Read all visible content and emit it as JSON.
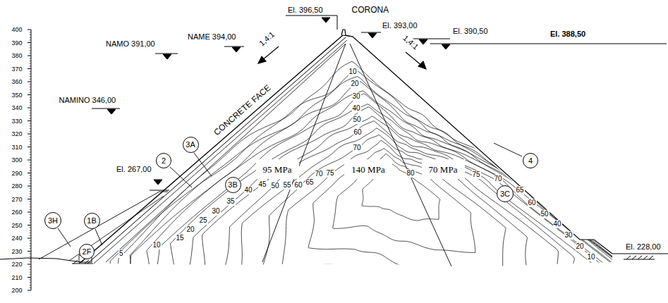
{
  "diagram": {
    "nodes": [
      {
        "text": [
          "3H"
        ]
      },
      {
        "text": [
          "2F"
        ]
      },
      {
        "text": [
          "1B"
        ]
      },
      {
        "text": [
          "2"
        ]
      },
      {
        "text": [
          "3A"
        ]
      },
      {
        "text": [
          "3B"
        ]
      },
      {
        "text": [
          "95 MPa"
        ]
      },
      {
        "text": [
          "140 MPa"
        ]
      },
      {
        "text": [
          "70 MPa"
        ]
      },
      {
        "text": [
          "3C"
        ]
      },
      {
        "text": [
          "4"
        ]
      }
    ],
    "labels": [
      "El. 396,50",
      "CORONA",
      "NAMO 391,00",
      "NAME 394,00",
      "El. 393,00",
      "El. 390,50",
      "El. 388,50",
      "NAMINO 346,00",
      "CONCRETE FACE",
      "1,4:1",
      "1,4:1",
      "El. 267,00",
      "El. 228,00",
      "400",
      "390",
      "380",
      "370",
      "360",
      "350",
      "340",
      "330",
      "320",
      "310",
      "300",
      "290",
      "280",
      "270",
      "260",
      "250",
      "240",
      "230",
      "220",
      "210",
      "200",
      "10",
      "20",
      "30",
      "40",
      "50",
      "60",
      "70",
      "5",
      "10",
      "15",
      "20",
      "25",
      "30",
      "35",
      "40",
      "45",
      "50",
      "55",
      "60",
      "65",
      "70",
      "75",
      "80",
      "75",
      "70",
      "65",
      "60",
      "50",
      "40",
      "30",
      "20",
      "10"
    ]
  }
}
